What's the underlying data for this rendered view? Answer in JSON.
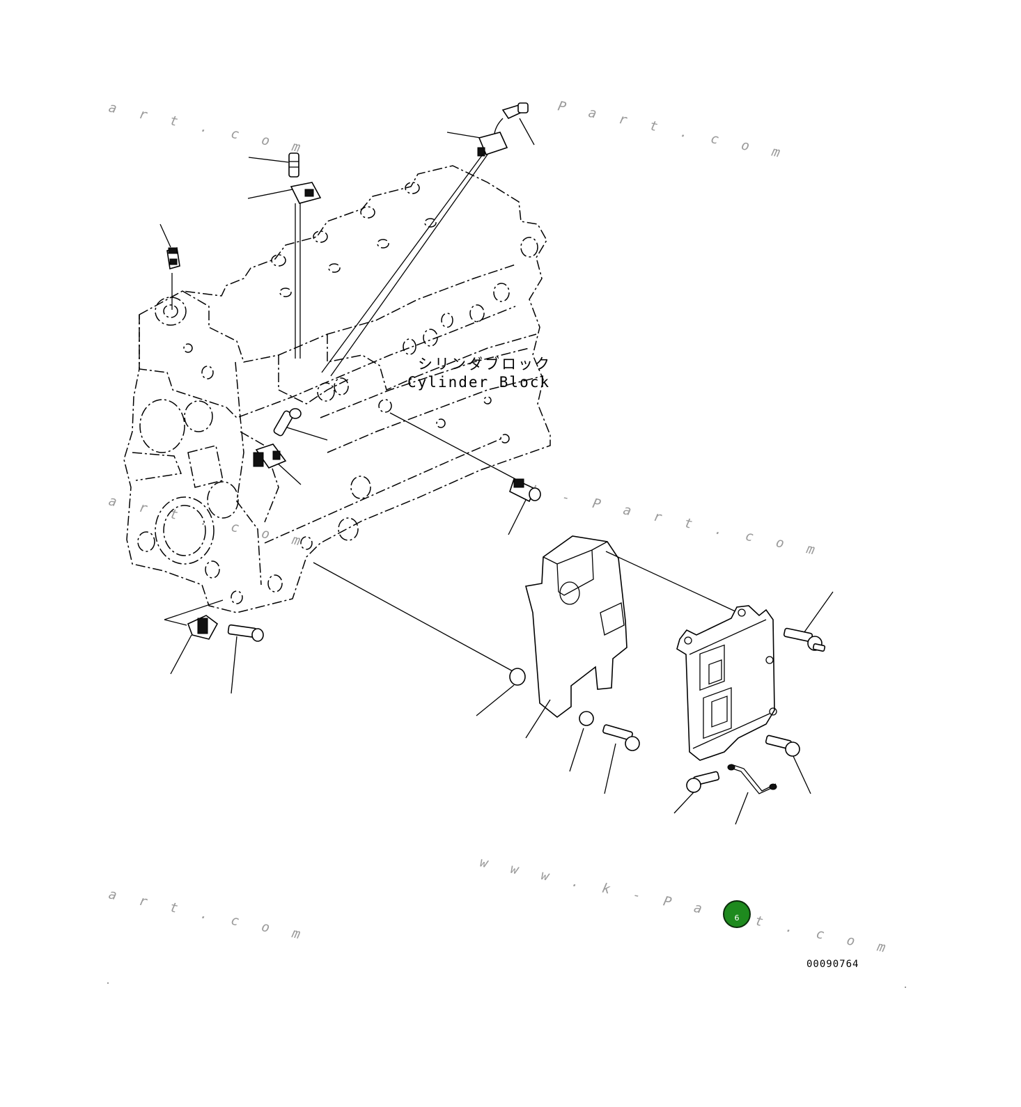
{
  "label": {
    "jp": "シリンダブロック",
    "en": "Cylinder Block"
  },
  "drawing_number": "00090764",
  "badge": {
    "text": "6",
    "color": "#1e8a1e"
  },
  "watermarks": [
    "a r t . c o m",
    "P a r t . c o m",
    "a r t . c o m",
    "k - P a r t . c o m",
    "a r t . c o m",
    "w w w . k - P a r t . c o m"
  ],
  "colors": {
    "line": "#000000",
    "watermark": "#9a9a9a",
    "background": "#ffffff"
  }
}
